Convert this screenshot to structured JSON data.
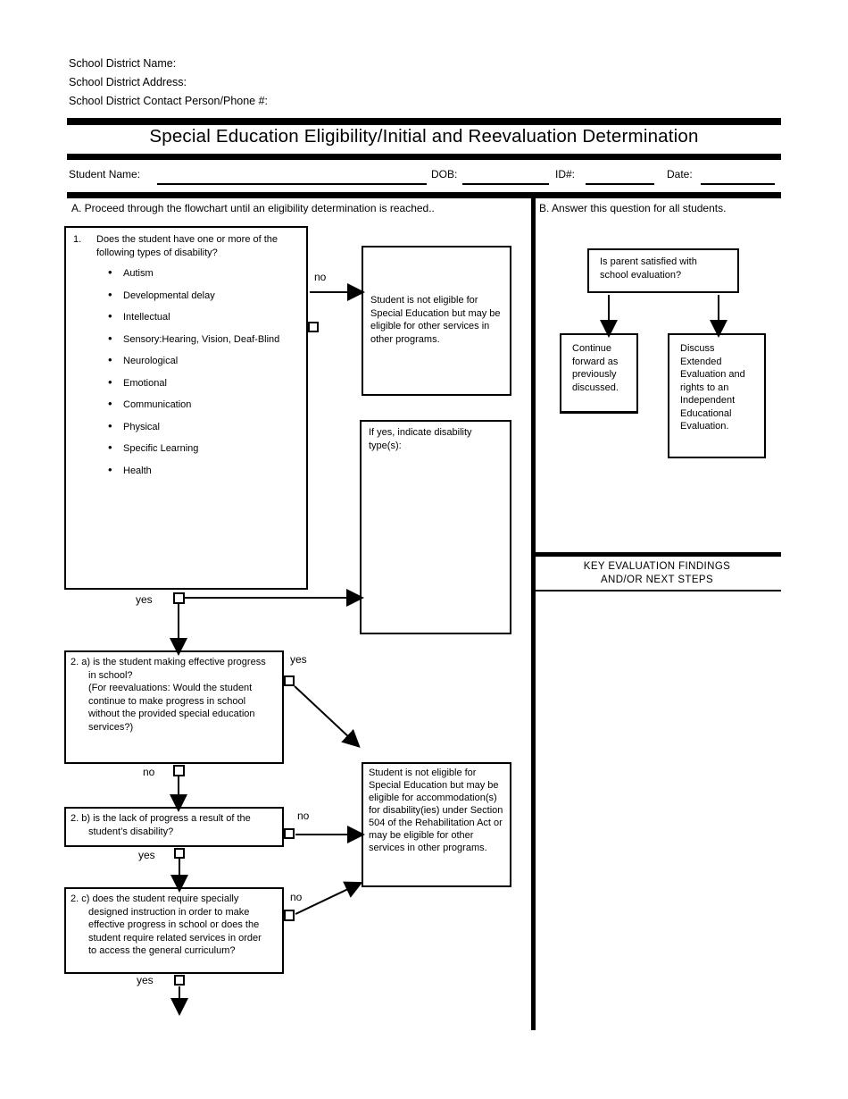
{
  "header": {
    "lines": [
      "School District Name:",
      "School District Address:",
      "School District Contact Person/Phone #:"
    ],
    "title": "Special Education Eligibility/Initial and Reevaluation Determination",
    "student_name_label": "Student Name:",
    "dob_label": "DOB:",
    "id_label": "ID#:",
    "date_label": "Date:"
  },
  "section_a": {
    "heading": "A. Proceed through the flowchart until an eligibility determination is reached..",
    "question1": {
      "number": "1.",
      "text": "Does the student have one or more of the following types of disability?",
      "disability_types": [
        "Autism",
        "Developmental delay",
        "Intellectual",
        "Sensory:Hearing, Vision, Deaf-Blind",
        "Neurological",
        "Emotional",
        "Communication",
        "Physical",
        "Specific Learning",
        "Health"
      ]
    },
    "labels": {
      "yes": "yes",
      "no": "no"
    },
    "not_eligible_box": "Student is not eligible for Special Education but may be eligible for other services in other programs.",
    "if_yes_box": "If yes, indicate disability type(s):",
    "question2a_part1": "2. a) is the student making effective progress in school?",
    "question2a_part2": "(For reevaluations: Would the student continue to make progress in school without the provided special education services?)",
    "question2b": "2. b) is the lack of progress a result of the student’s disability?",
    "question2c": "2. c) does the student require specially designed instruction in order to make effective progress in school or does the student require related services in order to access the general curriculum?",
    "section504_box": "Student is not eligible for Special Education but may be eligible for accommodation(s) for disability(ies) under Section 504 of the Rehabilitation Act or may be eligible for other services in other programs."
  },
  "section_b": {
    "heading": "B. Answer this question for all students.",
    "question": "Is parent satisfied with school evaluation?",
    "option_continue": "Continue forward as previously discussed.",
    "option_discuss": "Discuss Extended Evaluation and rights to an Independent Educational Evaluation.",
    "key_findings_line1": "KEY EVALUATION FINDINGS",
    "key_findings_line2": "AND/OR NEXT STEPS"
  }
}
